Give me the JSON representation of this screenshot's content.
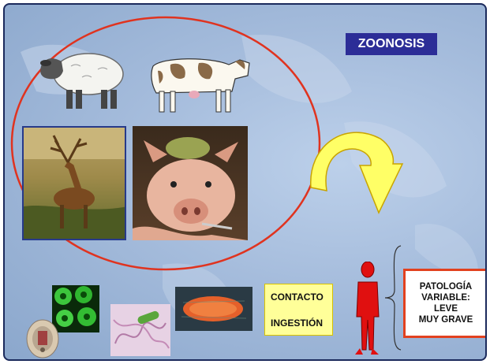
{
  "slide": {
    "title": "ZOONOSIS",
    "contact_box": {
      "line1": "CONTACTO",
      "line2": "INGESTIÓN"
    },
    "pathology_box": {
      "lines": [
        "PATOLOGÍA",
        "VARIABLE:",
        "LEVE",
        "MUY GRAVE"
      ]
    }
  },
  "colors": {
    "background": "#a5bcdc",
    "title_box": "#2c2d97",
    "circle_outline": "#e0331f",
    "arrow": "#ffff66",
    "human_figure": "#e01010",
    "contact_box": "#ffff99",
    "pathology_border": "#e2411f"
  },
  "icons": [
    "sheep-icon",
    "cow-icon",
    "deer-photo",
    "pig-photo",
    "curved-arrow-icon",
    "human-figure-icon",
    "bracket-icon",
    "virus-micrograph",
    "bacteria-micrograph",
    "parasite-micrograph",
    "university-seal-icon"
  ]
}
